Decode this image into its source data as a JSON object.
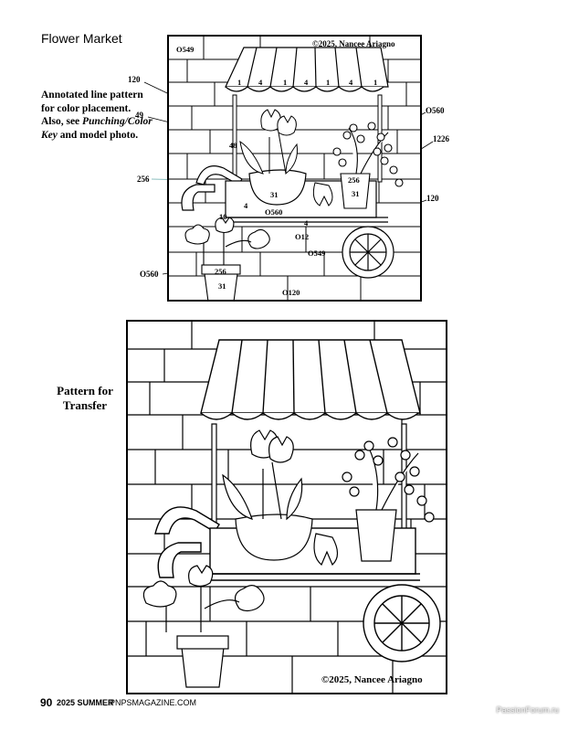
{
  "page": {
    "title": "Flower Market",
    "annotation_intro": "Annotated line pattern for color placement.",
    "annotation_also": "Also, see",
    "annotation_key": "Punching/Color Key",
    "annotation_end": "and model photo.",
    "transfer_label_1": "Pattern for",
    "transfer_label_2": "Transfer",
    "page_number": "90",
    "issue": "2025 SUMMER",
    "site": "PNPSMAGAZINE.COM",
    "watermark": "PassionForum.ru"
  },
  "annotated_pattern": {
    "copyright": "©2025, Nancee Ariagno",
    "labels": {
      "bg_top": "O549",
      "awning": [
        "1",
        "4",
        "1",
        "4",
        "1",
        "4",
        "1"
      ],
      "outside_120_left": "120",
      "outside_49": "49",
      "flower_48": "48",
      "outside_O560_right": "O560",
      "outside_1226": "1226",
      "outside_256_left": "256",
      "bowl_31": "31",
      "cart_4": "4",
      "cart_O560": "O560",
      "pot_right_256": "256",
      "pot_right_31": "31",
      "outside_120_right": "120",
      "shelf_4": "4",
      "bud_10": "10",
      "flower_O12": "O12",
      "wall_O549": "O549",
      "outside_O560_left": "O560",
      "pot_bottom_256": "256",
      "pot_bottom_31": "31",
      "bg_bottom": "O120"
    }
  },
  "transfer_pattern": {
    "copyright": "©2025, Nancee Ariagno"
  }
}
